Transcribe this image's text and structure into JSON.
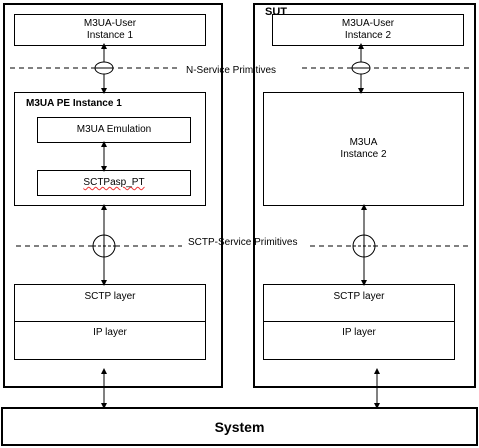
{
  "left": {
    "user_line1": "M3UA-User",
    "user_line2": "Instance 1",
    "pe_title": "M3UA PE Instance 1",
    "emulation": "M3UA Emulation",
    "sctpasp": "SCTPasp_PT",
    "sctp_layer": "SCTP layer",
    "ip_layer": "IP layer"
  },
  "right": {
    "frame_title": "SUT",
    "user_line1": "M3UA-User",
    "user_line2": "Instance 2",
    "m3ua_line1": "M3UA",
    "m3ua_line2": "Instance 2",
    "sctp_layer": "SCTP layer",
    "ip_layer": "IP layer"
  },
  "labels": {
    "n_service": "N-Service Primitives",
    "sctp_service": "SCTP-Service Primitives"
  },
  "system": {
    "title": "System"
  }
}
